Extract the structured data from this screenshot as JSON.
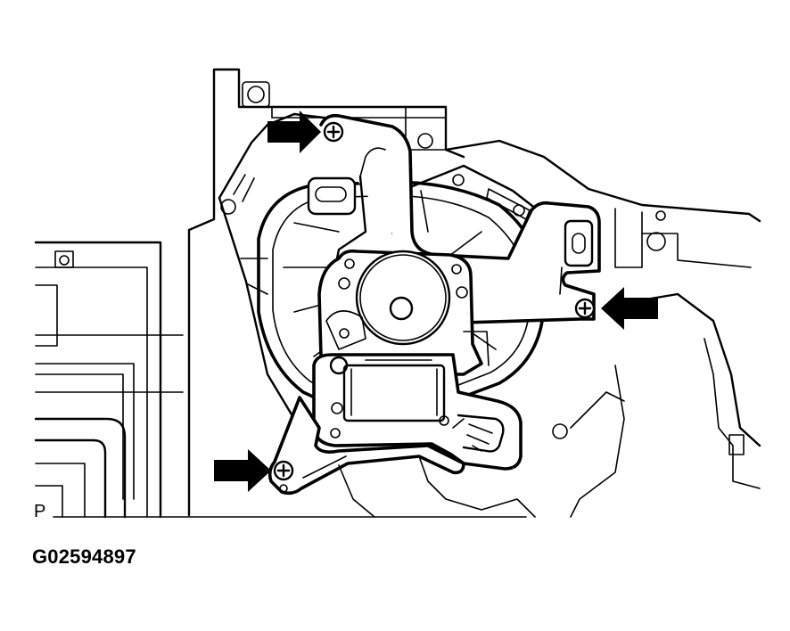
{
  "figure": {
    "caption": "G02594897",
    "edge_letter": "P",
    "icons": {
      "arrow": "fastener-pointer-arrow",
      "screw": "phillips-screw-icon"
    },
    "colors": {
      "ink": "#000000",
      "paper": "#ffffff"
    }
  }
}
